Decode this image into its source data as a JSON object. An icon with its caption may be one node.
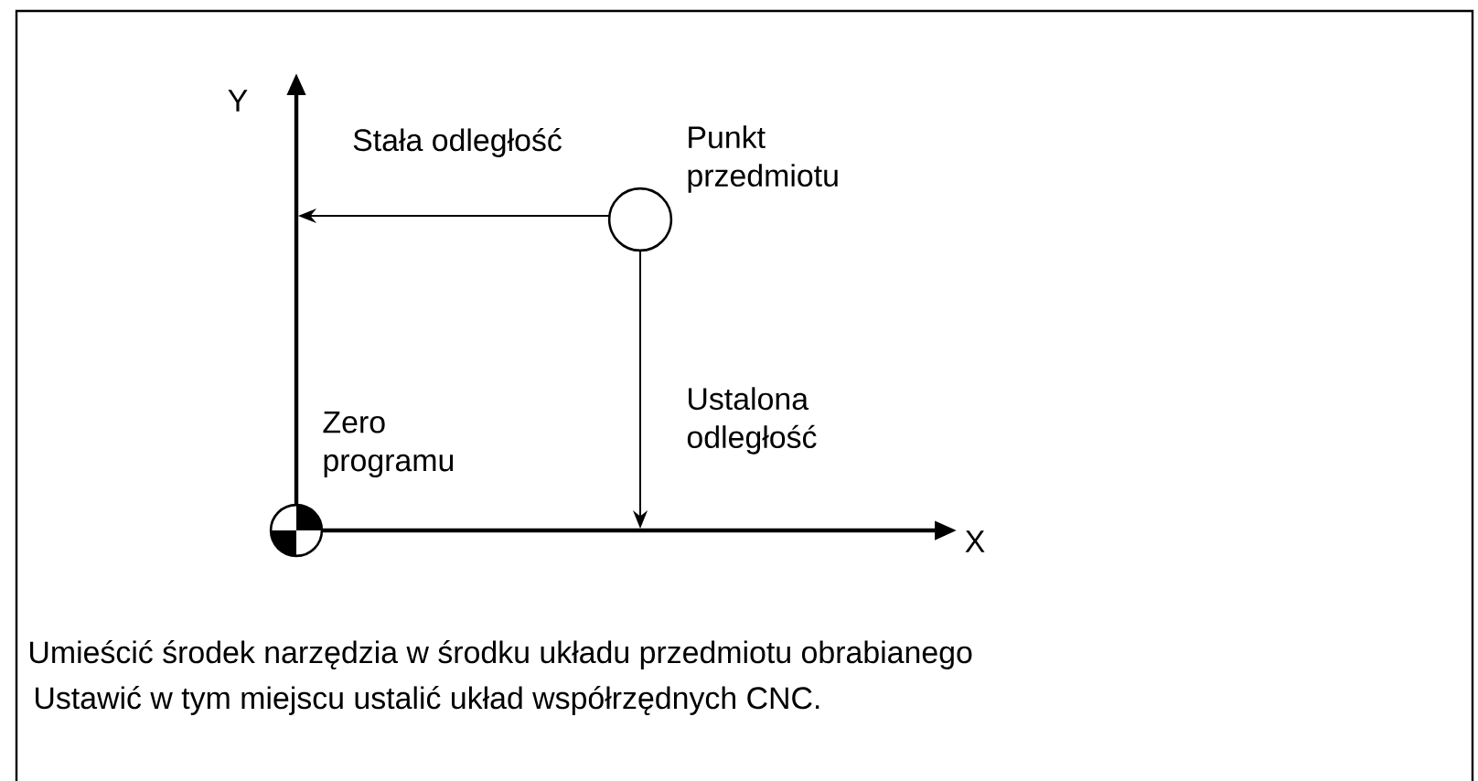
{
  "diagram": {
    "nodes": [
      {
        "text": [],
        "shape": "circle",
        "beside": [
          "Zero programu"
        ]
      },
      {
        "text": [],
        "shape": "circle",
        "beside": [
          "Punkt przedmiotu"
        ]
      }
    ],
    "labels": [
      "Y",
      "Stała odległość",
      "Ustalona odległość",
      "X",
      "Umieścić środek narzędzia w środku układu przedmiotu obrabianego",
      "Ustawić w tym miejscu ustalić układ współrzędnych CNC."
    ]
  }
}
